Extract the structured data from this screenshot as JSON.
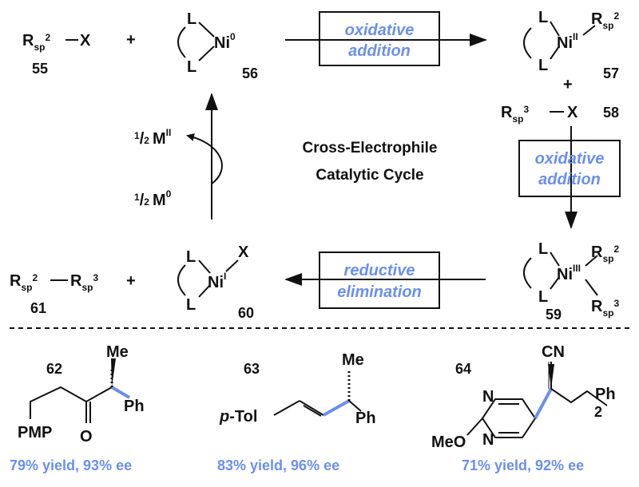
{
  "cycle": {
    "title_line1": "Cross-Electrophile",
    "title_line2": "Catalytic Cycle",
    "step1": {
      "line1": "oxidative",
      "line2": "addition"
    },
    "step2": {
      "line1": "oxidative",
      "line2": "addition"
    },
    "step3": {
      "line1": "reductive",
      "line2": "elimination"
    },
    "reductant": {
      "top": "M",
      "top_sup": "II",
      "bottom": "M",
      "bottom_sup": "0",
      "frac_num": "1",
      "frac_den": "2"
    }
  },
  "species": {
    "c55": {
      "label": "55",
      "r": "R",
      "r_sub": "sp",
      "r_sup": "2",
      "x": "X"
    },
    "c56": {
      "label": "56",
      "metal": "Ni",
      "ox": "0",
      "ligand": "L"
    },
    "c57": {
      "label": "57",
      "metal": "Ni",
      "ox": "II",
      "ligand": "L",
      "r": "R",
      "r_sub": "sp",
      "r_sup": "2"
    },
    "c58": {
      "label": "58",
      "r": "R",
      "r_sub": "sp",
      "r_sup": "3",
      "x": "X"
    },
    "c59": {
      "label": "59",
      "metal": "Ni",
      "ox": "III",
      "ligand": "L",
      "r1": "R",
      "r1_sub": "sp",
      "r1_sup": "2",
      "r2": "R",
      "r2_sub": "sp",
      "r2_sup": "3"
    },
    "c60": {
      "label": "60",
      "metal": "Ni",
      "ox": "I",
      "ligand": "L",
      "x": "X"
    },
    "c61": {
      "label": "61",
      "r1": "R",
      "r1_sub": "sp",
      "r1_sup": "2",
      "r2": "R",
      "r2_sub": "sp",
      "r2_sup": "3"
    },
    "plus": "+"
  },
  "products": [
    {
      "label": "62",
      "yield": "79% yield, 93% ee",
      "groups": {
        "me": "Me",
        "ph": "Ph",
        "pmp": "PMP",
        "o": "O"
      }
    },
    {
      "label": "63",
      "yield": "83% yield, 96% ee",
      "groups": {
        "me": "Me",
        "ph": "Ph",
        "tol_prefix": "p",
        "tol": "-Tol"
      }
    },
    {
      "label": "64",
      "yield": "71% yield, 92% ee",
      "groups": {
        "cn": "CN",
        "ph": "Ph",
        "sub2": "2",
        "n1": "N",
        "n2": "N",
        "meo": "MeO"
      }
    }
  ],
  "colors": {
    "accent": "#6a8ff0",
    "ink": "#111111"
  }
}
